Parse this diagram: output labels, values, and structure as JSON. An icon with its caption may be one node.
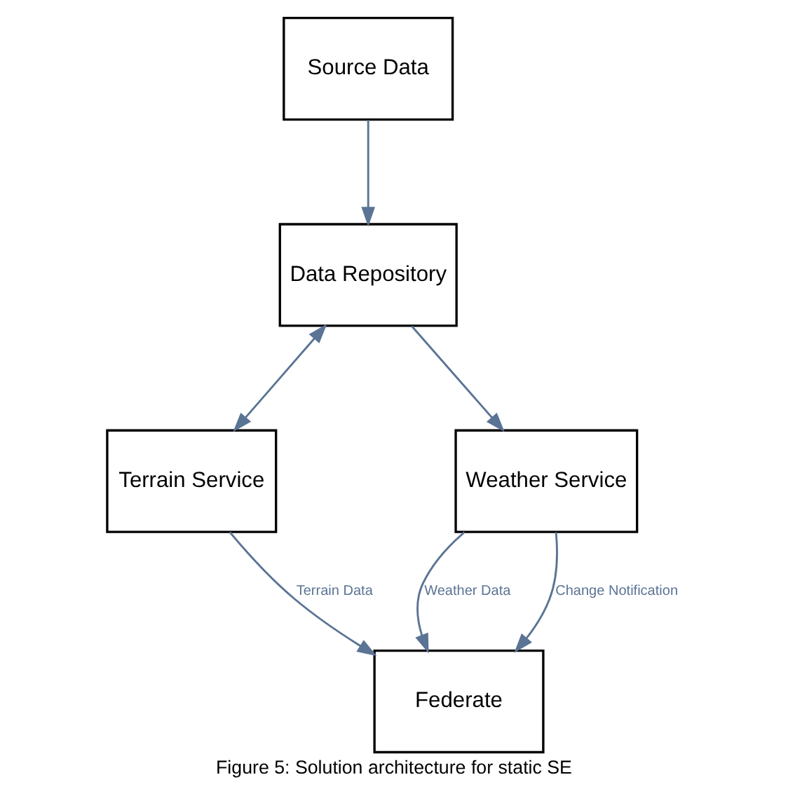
{
  "diagram": {
    "caption": "Figure 5: Solution architecture for static SE",
    "nodes": [
      {
        "text": [
          "Source Data"
        ]
      },
      {
        "text": [
          "Data Repository"
        ]
      },
      {
        "text": [
          "Terrain Service"
        ]
      },
      {
        "text": [
          "Weather Service"
        ]
      },
      {
        "text": [
          "Federate"
        ]
      }
    ],
    "edges": [
      {
        "from": 0,
        "to": 1,
        "arrow": "to"
      },
      {
        "from": 1,
        "to": 2,
        "arrow": "both"
      },
      {
        "from": 1,
        "to": 3,
        "arrow": "to"
      },
      {
        "from": 2,
        "to": 4,
        "arrow": "to",
        "label": "Terrain Data"
      },
      {
        "from": 3,
        "to": 4,
        "arrow": "to",
        "label": "Weather Data"
      },
      {
        "from": 3,
        "to": 4,
        "arrow": "to",
        "label": "Change Notification"
      }
    ]
  }
}
